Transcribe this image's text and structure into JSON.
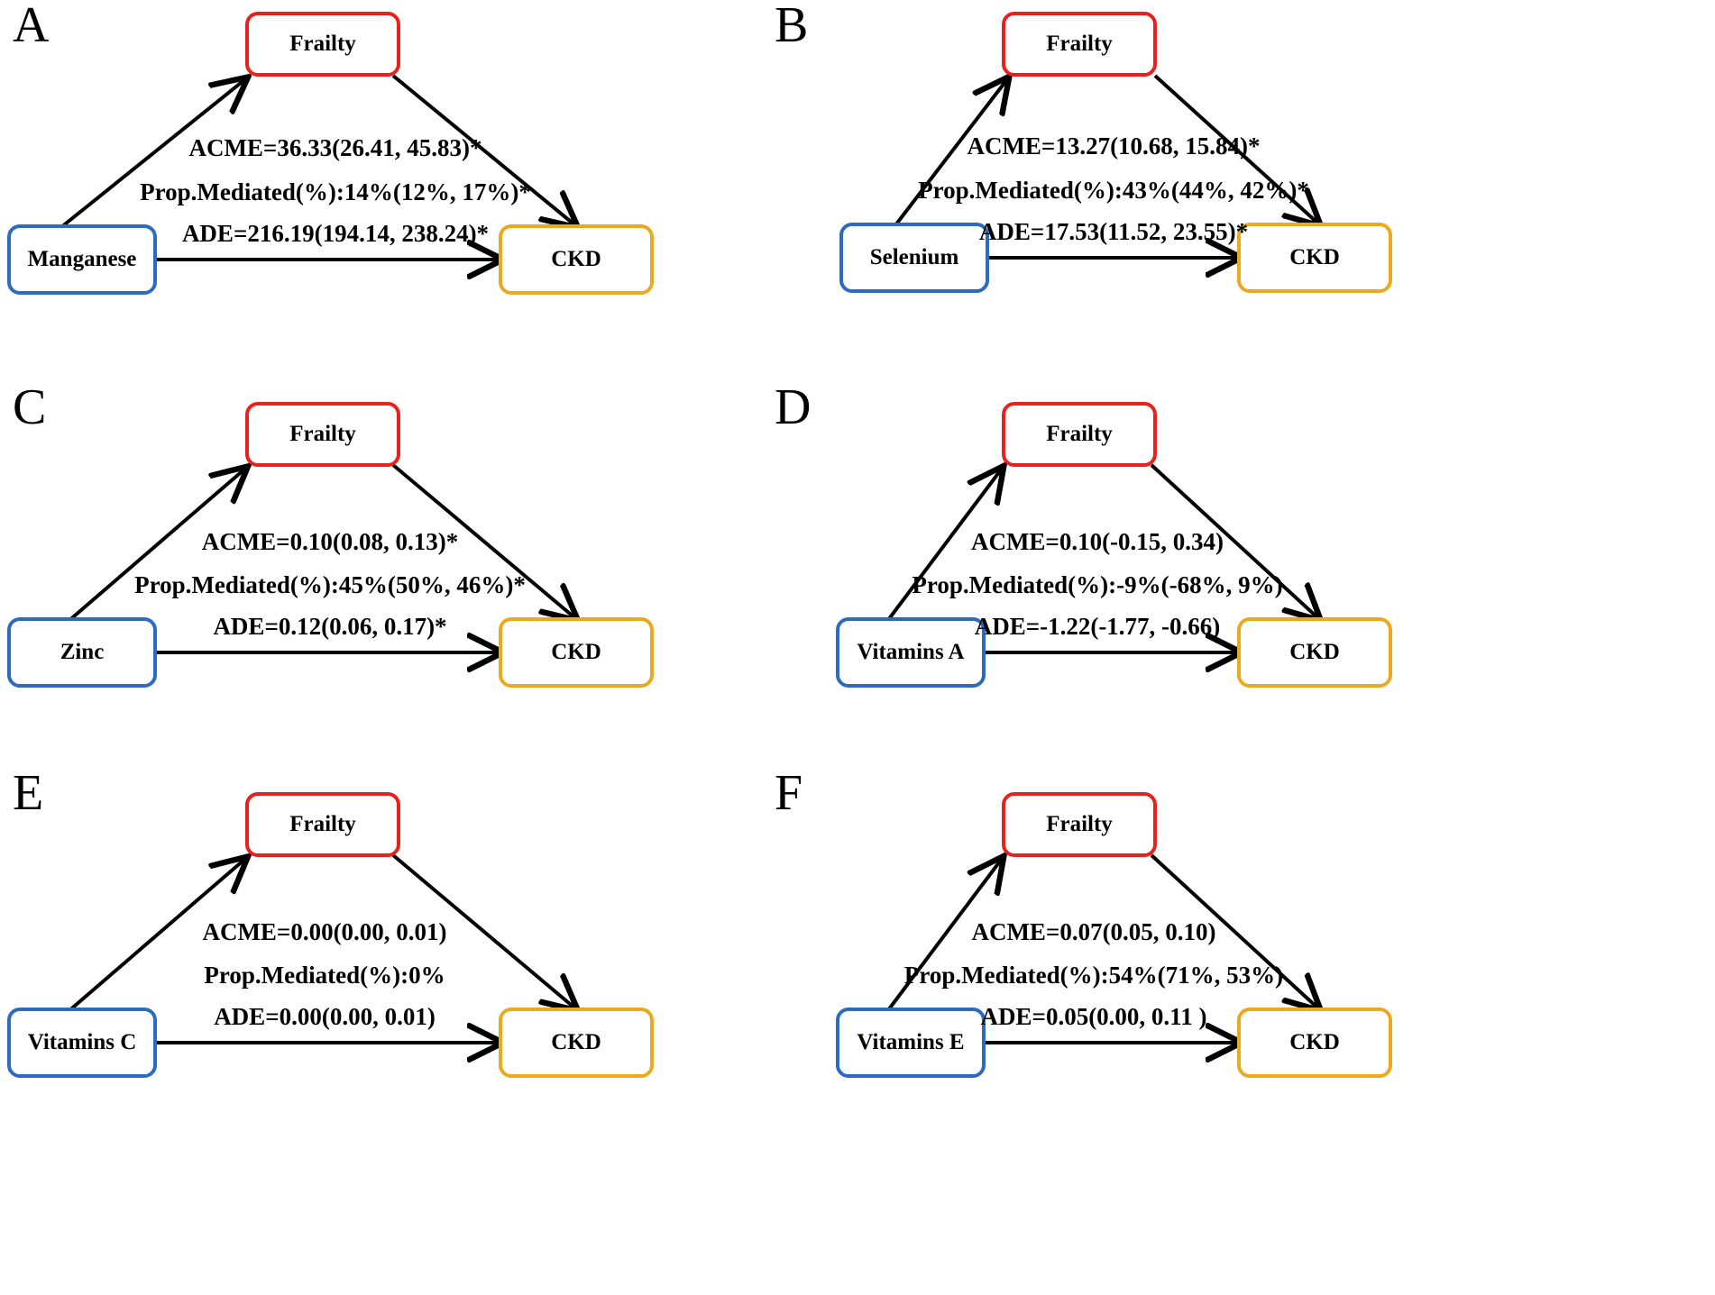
{
  "figure": {
    "node_labels": {
      "mediator": "Frailty",
      "outcome": "CKD"
    },
    "colors": {
      "mediator_border": "#E8211C",
      "exposure_border": "#2C6BBE",
      "outcome_border": "#EBA91E",
      "arrow": "#000000",
      "text": "#000000",
      "background": "#ffffff"
    }
  },
  "chart_data": {
    "type": "diagram",
    "title": "",
    "diagram_kind": "mediation-path-diagram",
    "panels": [
      {
        "letter": "A",
        "exposure": "Manganese",
        "mediator": "Frailty",
        "outcome": "CKD",
        "acme": "ACME=36.33(26.41, 45.83)*",
        "prop_mediated": "Prop.Mediated(%):14%(12%, 17%)*",
        "ade": "ADE=216.19(194.14, 238.24)*",
        "acme_estimate": 36.33,
        "acme_ci": [
          26.41,
          45.83
        ],
        "acme_significant": true,
        "prop_mediated_estimate": "14%",
        "prop_mediated_ci": [
          "12%",
          "17%"
        ],
        "prop_mediated_significant": true,
        "ade_estimate": 216.19,
        "ade_ci": [
          194.14,
          238.24
        ],
        "ade_significant": true
      },
      {
        "letter": "B",
        "exposure": "Selenium",
        "mediator": "Frailty",
        "outcome": "CKD",
        "acme": "ACME=13.27(10.68, 15.84)*",
        "prop_mediated": "Prop.Mediated(%):43%(44%, 42%)*",
        "ade": "ADE=17.53(11.52, 23.55)*",
        "acme_estimate": 13.27,
        "acme_ci": [
          10.68,
          15.84
        ],
        "acme_significant": true,
        "prop_mediated_estimate": "43%",
        "prop_mediated_ci": [
          "44%",
          "42%"
        ],
        "prop_mediated_significant": true,
        "ade_estimate": 17.53,
        "ade_ci": [
          11.52,
          23.55
        ],
        "ade_significant": true
      },
      {
        "letter": "C",
        "exposure": "Zinc",
        "mediator": "Frailty",
        "outcome": "CKD",
        "acme": "ACME=0.10(0.08, 0.13)*",
        "prop_mediated": "Prop.Mediated(%):45%(50%, 46%)*",
        "ade": "ADE=0.12(0.06, 0.17)*",
        "acme_estimate": 0.1,
        "acme_ci": [
          0.08,
          0.13
        ],
        "acme_significant": true,
        "prop_mediated_estimate": "45%",
        "prop_mediated_ci": [
          "50%",
          "46%"
        ],
        "prop_mediated_significant": true,
        "ade_estimate": 0.12,
        "ade_ci": [
          0.06,
          0.17
        ],
        "ade_significant": true
      },
      {
        "letter": "D",
        "exposure": "Vitamins A",
        "mediator": "Frailty",
        "outcome": "CKD",
        "acme": "ACME=0.10(-0.15, 0.34)",
        "prop_mediated": "Prop.Mediated(%):-9%(-68%, 9%)",
        "ade": "ADE=-1.22(-1.77, -0.66)",
        "acme_estimate": 0.1,
        "acme_ci": [
          -0.15,
          0.34
        ],
        "acme_significant": false,
        "prop_mediated_estimate": "-9%",
        "prop_mediated_ci": [
          "-68%",
          "9%"
        ],
        "prop_mediated_significant": false,
        "ade_estimate": -1.22,
        "ade_ci": [
          -1.77,
          -0.66
        ],
        "ade_significant": false
      },
      {
        "letter": "E",
        "exposure": "Vitamins C",
        "mediator": "Frailty",
        "outcome": "CKD",
        "acme": "ACME=0.00(0.00, 0.01)",
        "prop_mediated": "Prop.Mediated(%):0%",
        "ade": "ADE=0.00(0.00, 0.01)",
        "acme_estimate": 0.0,
        "acme_ci": [
          0.0,
          0.01
        ],
        "acme_significant": false,
        "prop_mediated_estimate": "0%",
        "prop_mediated_ci": [],
        "prop_mediated_significant": false,
        "ade_estimate": 0.0,
        "ade_ci": [
          0.0,
          0.01
        ],
        "ade_significant": false
      },
      {
        "letter": "F",
        "exposure": "Vitamins E",
        "mediator": "Frailty",
        "outcome": "CKD",
        "acme": "ACME=0.07(0.05, 0.10)",
        "prop_mediated": "Prop.Mediated(%):54%(71%, 53%)",
        "ade": "ADE=0.05(0.00, 0.11 )",
        "acme_estimate": 0.07,
        "acme_ci": [
          0.05,
          0.1
        ],
        "acme_significant": false,
        "prop_mediated_estimate": "54%",
        "prop_mediated_ci": [
          "71%",
          "53%"
        ],
        "prop_mediated_significant": false,
        "ade_estimate": 0.05,
        "ade_ci": [
          0.0,
          0.11
        ],
        "ade_significant": false
      }
    ],
    "legend": {
      "acme_label": "ACME",
      "ade_label": "ADE",
      "prop_label": "Prop.Mediated(%)",
      "significance_marker": "*"
    }
  }
}
